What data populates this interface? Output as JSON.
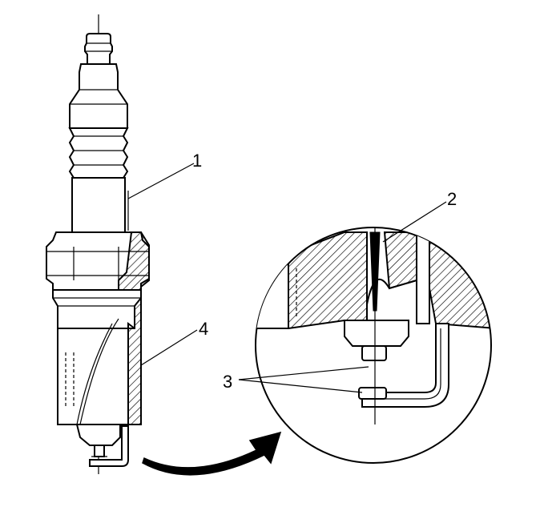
{
  "callouts": {
    "one": "1",
    "two": "2",
    "three": "3",
    "four": "4"
  },
  "colors": {
    "line": "#000000",
    "background": "#ffffff"
  }
}
